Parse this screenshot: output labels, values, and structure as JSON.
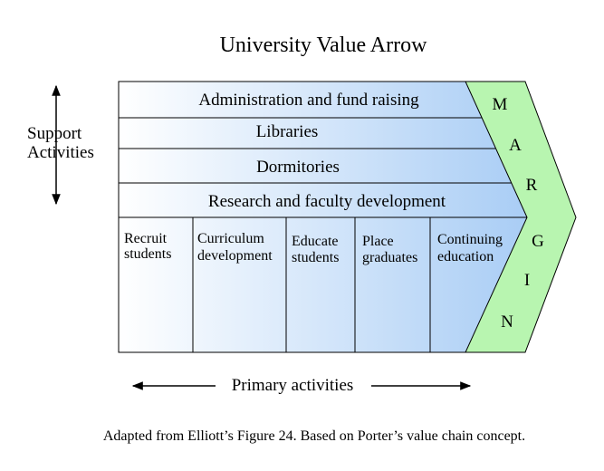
{
  "title": "University Value Arrow",
  "support_label": [
    "Support",
    "Activities"
  ],
  "support_activities": [
    "Administration and fund raising",
    "Libraries",
    "Dormitories",
    "Research and faculty development"
  ],
  "primary_activities": [
    [
      "Recruit",
      "students"
    ],
    [
      "Curriculum",
      "development"
    ],
    [
      "Educate",
      "students"
    ],
    [
      "Place",
      "graduates"
    ],
    [
      "Continuing",
      "education"
    ]
  ],
  "margin_letters": [
    "M",
    "A",
    "R",
    "G",
    "I",
    "N"
  ],
  "primary_label": "Primary activities",
  "caption": "Adapted from Elliott’s Figure 24.  Based on Porter’s value chain concept.",
  "colors": {
    "arrow_fill_left": "#ffffff",
    "arrow_fill_right": "#a9cdf5",
    "margin_fill": "#b8f5b0",
    "stroke": "#000000"
  }
}
